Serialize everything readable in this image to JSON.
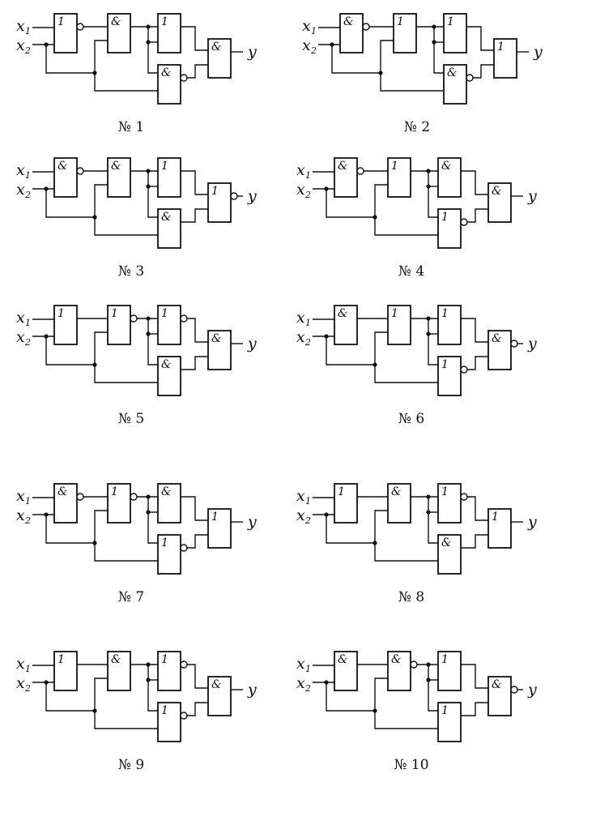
{
  "labels": {
    "x1": "x",
    "x1_sub": "1",
    "x2": "x",
    "x2_sub": "2",
    "y": "y"
  },
  "circuits": [
    {
      "caption": "№ 1",
      "gates": [
        [
          "1",
          true
        ],
        [
          "&",
          false
        ],
        [
          "1",
          false
        ],
        [
          "&",
          true
        ],
        [
          "&",
          false
        ]
      ]
    },
    {
      "caption": "№ 2",
      "gates": [
        [
          "&",
          true
        ],
        [
          "1",
          false
        ],
        [
          "1",
          false
        ],
        [
          "&",
          true
        ],
        [
          "1",
          false
        ]
      ]
    },
    {
      "caption": "№ 3",
      "gates": [
        [
          "&",
          true
        ],
        [
          "&",
          false
        ],
        [
          "1",
          false
        ],
        [
          "&",
          false
        ],
        [
          "1",
          true
        ]
      ]
    },
    {
      "caption": "№ 4",
      "gates": [
        [
          "&",
          true
        ],
        [
          "1",
          false
        ],
        [
          "&",
          false
        ],
        [
          "1",
          true
        ],
        [
          "&",
          false
        ]
      ]
    },
    {
      "caption": "№ 5",
      "gates": [
        [
          "1",
          false
        ],
        [
          "1",
          true
        ],
        [
          "1",
          true
        ],
        [
          "&",
          false
        ],
        [
          "&",
          false
        ]
      ]
    },
    {
      "caption": "№ 6",
      "gates": [
        [
          "&",
          false
        ],
        [
          "1",
          false
        ],
        [
          "1",
          false
        ],
        [
          "1",
          true
        ],
        [
          "&",
          true
        ]
      ]
    },
    {
      "caption": "№ 7",
      "gates": [
        [
          "&",
          true
        ],
        [
          "1",
          true
        ],
        [
          "&",
          false
        ],
        [
          "1",
          true
        ],
        [
          "1",
          false
        ]
      ]
    },
    {
      "caption": "№ 8",
      "gates": [
        [
          "1",
          false
        ],
        [
          "&",
          false
        ],
        [
          "1",
          true
        ],
        [
          "&",
          false
        ],
        [
          "1",
          false
        ]
      ]
    },
    {
      "caption": "№ 9",
      "gates": [
        [
          "1",
          false
        ],
        [
          "&",
          false
        ],
        [
          "1",
          true
        ],
        [
          "1",
          true
        ],
        [
          "&",
          false
        ]
      ]
    },
    {
      "caption": "№ 10",
      "gates": [
        [
          "&",
          false
        ],
        [
          "&",
          true
        ],
        [
          "1",
          false
        ],
        [
          "1",
          false
        ],
        [
          "&",
          true
        ]
      ]
    }
  ]
}
